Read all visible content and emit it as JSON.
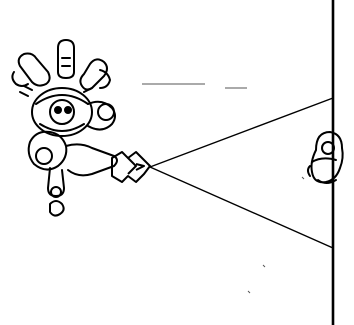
{
  "figure": {
    "background": "#ffffff",
    "ink": "#000000",
    "elements": {
      "observer": "person-with-camera-top-view",
      "camera": "camera-icon",
      "subject": "subject-figure-top-view",
      "wall": "vertical-wall",
      "field_of_view": "camera-field-of-view-lines"
    }
  }
}
